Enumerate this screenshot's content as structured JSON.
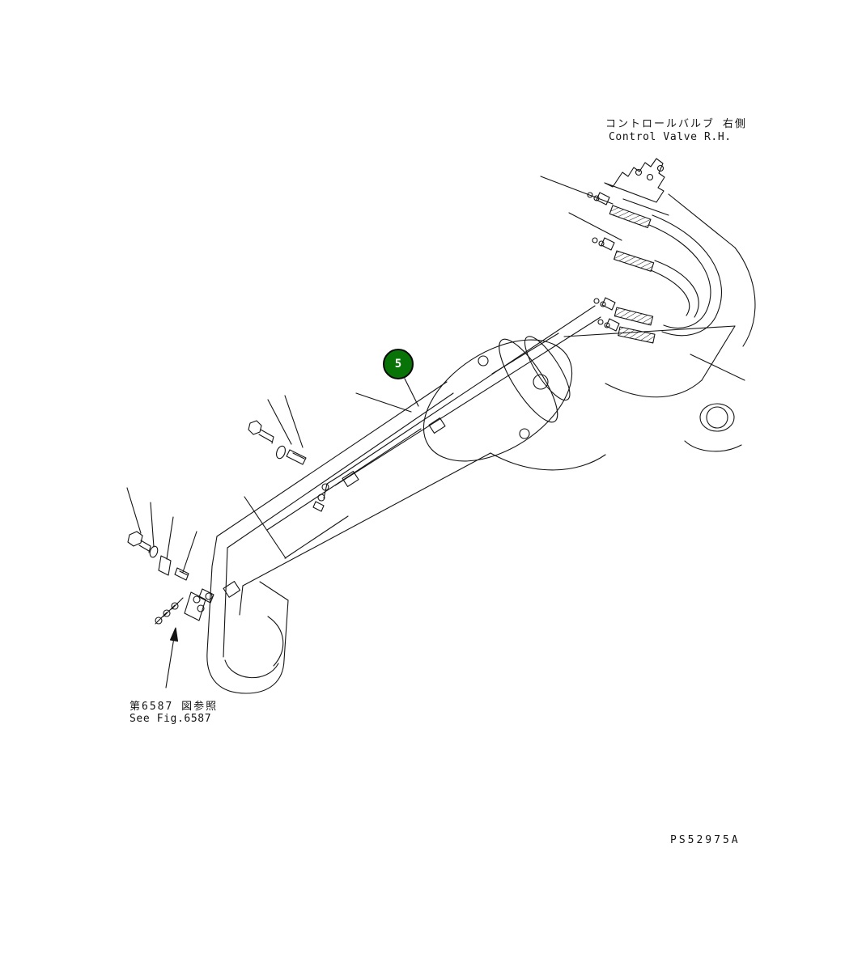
{
  "labels": {
    "control_valve_jp": "コントロールバルブ 右側",
    "control_valve_en": "Control Valve R.H.",
    "see_fig_jp": "第6587 図参照",
    "see_fig_en": "See Fig.6587",
    "drawing_number": "PS52975A"
  },
  "callout": {
    "number": "5"
  },
  "colors": {
    "callout_fill": "#087408",
    "callout_text": "#ffffff",
    "line_color": "#141414",
    "background": "#ffffff"
  }
}
